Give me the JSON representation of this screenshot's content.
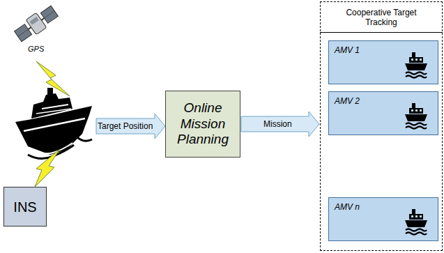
{
  "diagram": {
    "nodes": [
      {
        "text": [
          "INS"
        ]
      },
      {
        "text": [
          "Online Mission Planning"
        ]
      },
      {
        "text": [
          "Cooperative Target Tracking"
        ]
      },
      {
        "text": [
          "AMV 1"
        ],
        "in": 2
      },
      {
        "text": [
          "AMV 2"
        ],
        "in": 2
      },
      {
        "text": [
          "AMV n"
        ],
        "in": 2
      }
    ],
    "edges": [
      {
        "from": 1,
        "to": 2,
        "arrow": "to",
        "label": "Mission"
      }
    ],
    "labels": [
      "GPS",
      "Target Position"
    ]
  }
}
